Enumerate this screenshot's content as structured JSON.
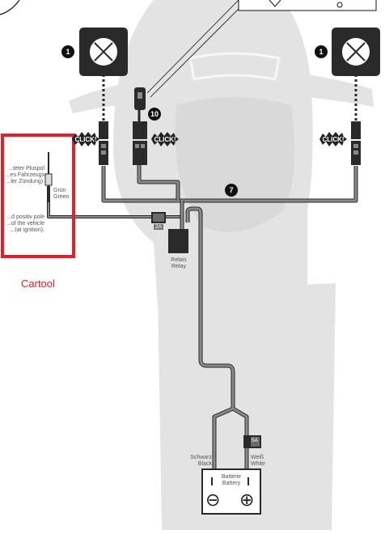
{
  "callouts": {
    "lamp_left": "1",
    "lamp_right": "1",
    "switch": "10",
    "harness": "7"
  },
  "click_label": "CLICK!",
  "ignition_box": {
    "text_de": "...teter Pluspol\n...es Fahrzeugs\n...ler Zündung).",
    "text_en": "...d positiv pole\n...of the vehicle\n...(at ignition).",
    "wire_color_de": "Grün",
    "wire_color_en": "Green"
  },
  "fuse_small": "2A",
  "fuse_battery": "5A",
  "relay": {
    "label_de": "Relais",
    "label_en": "Relay"
  },
  "battery": {
    "label_de": "Batterie",
    "label_en": "Battery",
    "minus_symbol": "⊖",
    "plus_symbol": "⊕"
  },
  "wire_black": {
    "label_de": "Schwarz",
    "label_en": "Black"
  },
  "wire_white": {
    "label_de": "Weiß",
    "label_en": "White"
  },
  "watermark": "Cartool",
  "colors": {
    "silhouette": "#e3e3e3",
    "wire": "#8a8a8a",
    "wire_outline": "#2a2a2a",
    "highlight_box": "#e0202a",
    "watermark": "#e0202a"
  },
  "icons": {
    "lamp": "lamp-housing-icon",
    "connector": "connector-plug-icon",
    "fuse": "fuse-icon",
    "relay": "relay-box-icon",
    "battery": "battery-icon",
    "switch": "switch-icon"
  }
}
